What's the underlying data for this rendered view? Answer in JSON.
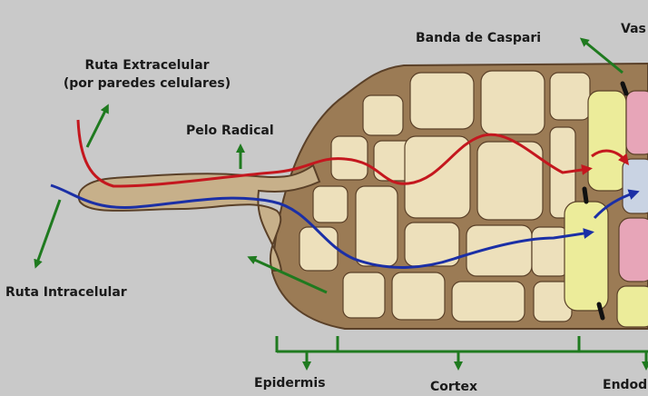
{
  "labels": {
    "extracellular_line1": "Ruta Extracelular",
    "extracellular_line2": "(por paredes celulares)",
    "root_hair": "Pelo Radical",
    "casparian_band": "Banda de Caspari",
    "vascular": "Vas",
    "intracellular": "Ruta Intracelular",
    "epidermis": "Epidermis",
    "cortex": "Cortex",
    "endodermis": "Endod"
  },
  "colors": {
    "background": "#c9c9c9",
    "cell_wall": "#9b7b55",
    "cell_interior": "#ede0bb",
    "endodermis_cell": "#ecec9a",
    "vascular_cell": "#e7a5b8",
    "casparian_band": "#111111",
    "apoplast_path": "#c4171e",
    "symplast_path": "#1b2fa6",
    "annotation": "#1f7a1f"
  }
}
